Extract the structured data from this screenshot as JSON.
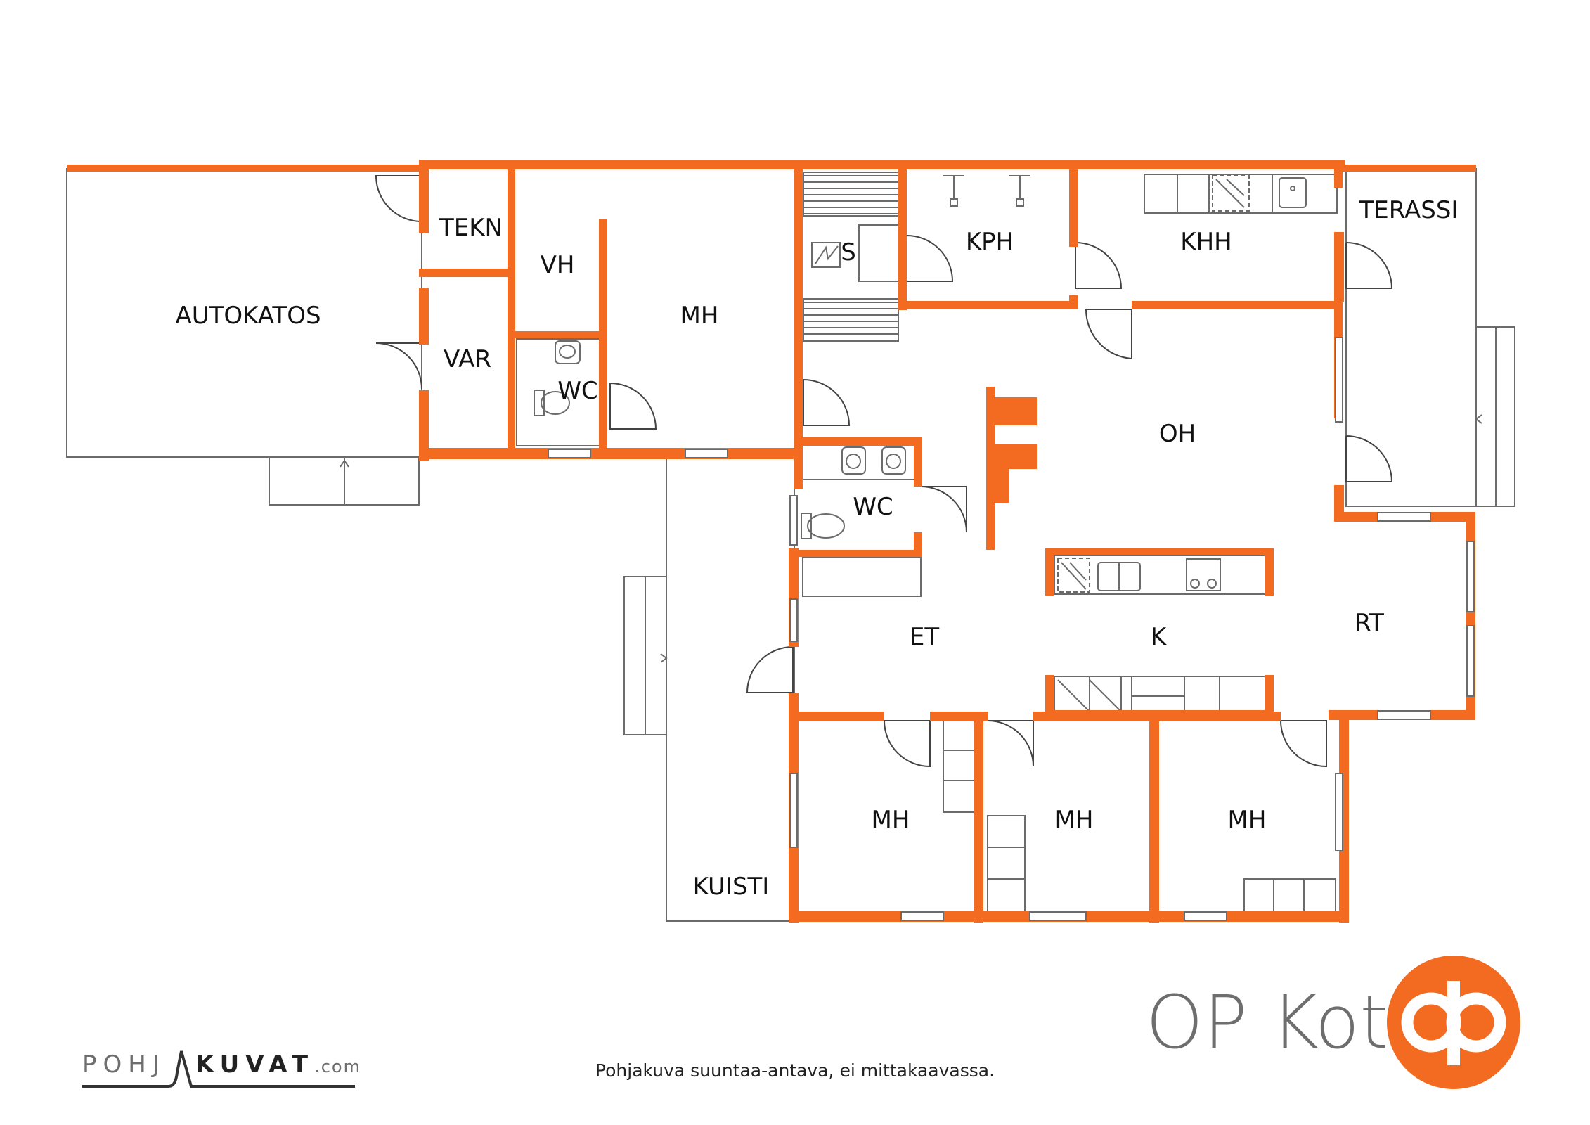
{
  "rooms": {
    "autokatos": "AUTOKATOS",
    "tekn": "TEKN",
    "var": "VAR",
    "vh": "VH",
    "wc_small": "WC",
    "mh_top": "MH",
    "s": "S",
    "kph": "KPH",
    "khh": "KHH",
    "terassi": "TERASSI",
    "oh": "OH",
    "wc_main": "WC",
    "et": "ET",
    "k": "K",
    "rt": "RT",
    "mh_1": "MH",
    "mh_2": "MH",
    "mh_3": "MH",
    "kuisti": "KUISTI"
  },
  "brand": {
    "name": "OP Koti",
    "logo_color": "#F26B21"
  },
  "footer": {
    "note": "Pohjakuva suuntaa-antava, ei mittakaavassa.",
    "credit_a": "POHJ",
    "credit_b": "KUVAT",
    "credit_c": ".com"
  },
  "colors": {
    "wall": "#F26B21",
    "line": "#6b6b6b"
  }
}
